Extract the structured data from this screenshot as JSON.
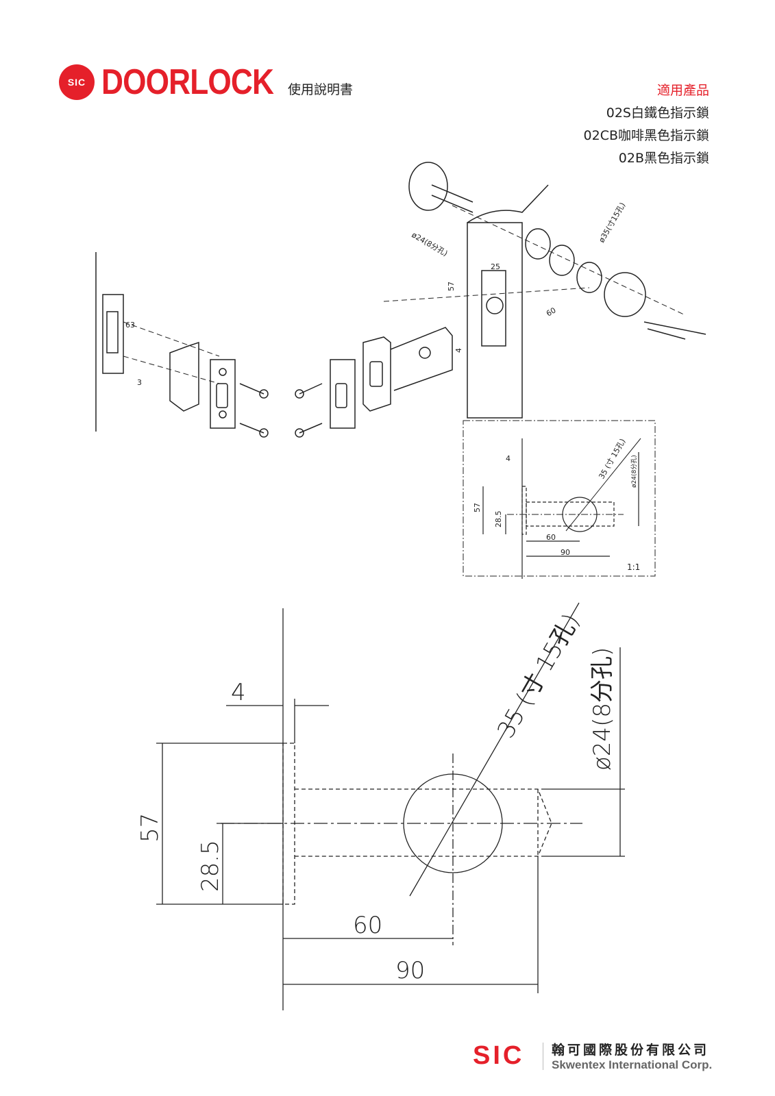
{
  "header": {
    "logo_mark": "SIC",
    "brand": "DOORLOCK",
    "subtitle": "使用說明書"
  },
  "products": {
    "heading": "適用產品",
    "items": [
      "02S白鐵色指示鎖",
      "02CB咖啡黑色指示鎖",
      "02B黑色指示鎖"
    ]
  },
  "exploded": {
    "hole_small": "ø24(8分孔)",
    "hole_large": "ø35(寸15孔)",
    "dim_57": "57",
    "dim_25": "25",
    "dim_60": "60",
    "dim_4": "4",
    "dim_63": "63",
    "dim_3": "3"
  },
  "small_template": {
    "dim_4": "4",
    "dim_57": "57",
    "dim_28_5": "28.5",
    "dim_60": "60",
    "dim_90": "90",
    "dim_35": "35 (寸 15孔)",
    "dim_24": "ø24(8分孔)",
    "scale": "1:1"
  },
  "large_template": {
    "dim_4": "4",
    "dim_57": "57",
    "dim_28_5": "28.5",
    "dim_60": "60",
    "dim_90": "90",
    "dim_35": "35 (寸 15孔)",
    "dim_24": "ø24(8分孔)"
  },
  "footer": {
    "logo_mark": "SIC",
    "company_cn": "翰可國際股份有限公司",
    "company_en": "Skwentex International Corp."
  },
  "colors": {
    "brand_red": "#e5202a"
  }
}
